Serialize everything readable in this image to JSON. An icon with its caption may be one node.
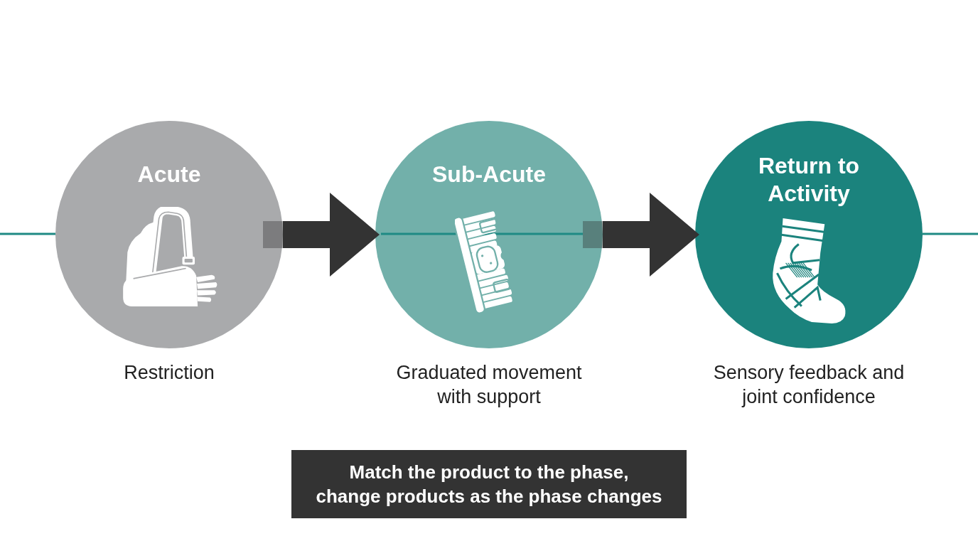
{
  "diagram": {
    "nodes": [
      {
        "text": [
          "Acute"
        ],
        "beside": [
          "Restriction"
        ]
      },
      {
        "text": [
          "Sub-Acute"
        ],
        "beside": [
          "Graduated movement with support"
        ]
      },
      {
        "text": [
          "Return to Activity"
        ],
        "beside": [
          "Sensory feedback and joint confidence"
        ]
      },
      {
        "text": [
          "Match the product to the phase, change products as the phase changes"
        ]
      }
    ],
    "edges": [
      {
        "from": null,
        "to": 0,
        "arrow": "none",
        "color": "#1f8a84"
      },
      {
        "from": 0,
        "to": 1,
        "arrow": "to",
        "style": "thick"
      },
      {
        "from": 1,
        "to": 2,
        "arrow": "to",
        "style": "thick"
      },
      {
        "from": 2,
        "to": null,
        "arrow": "none",
        "color": "#1f8a84"
      }
    ]
  }
}
